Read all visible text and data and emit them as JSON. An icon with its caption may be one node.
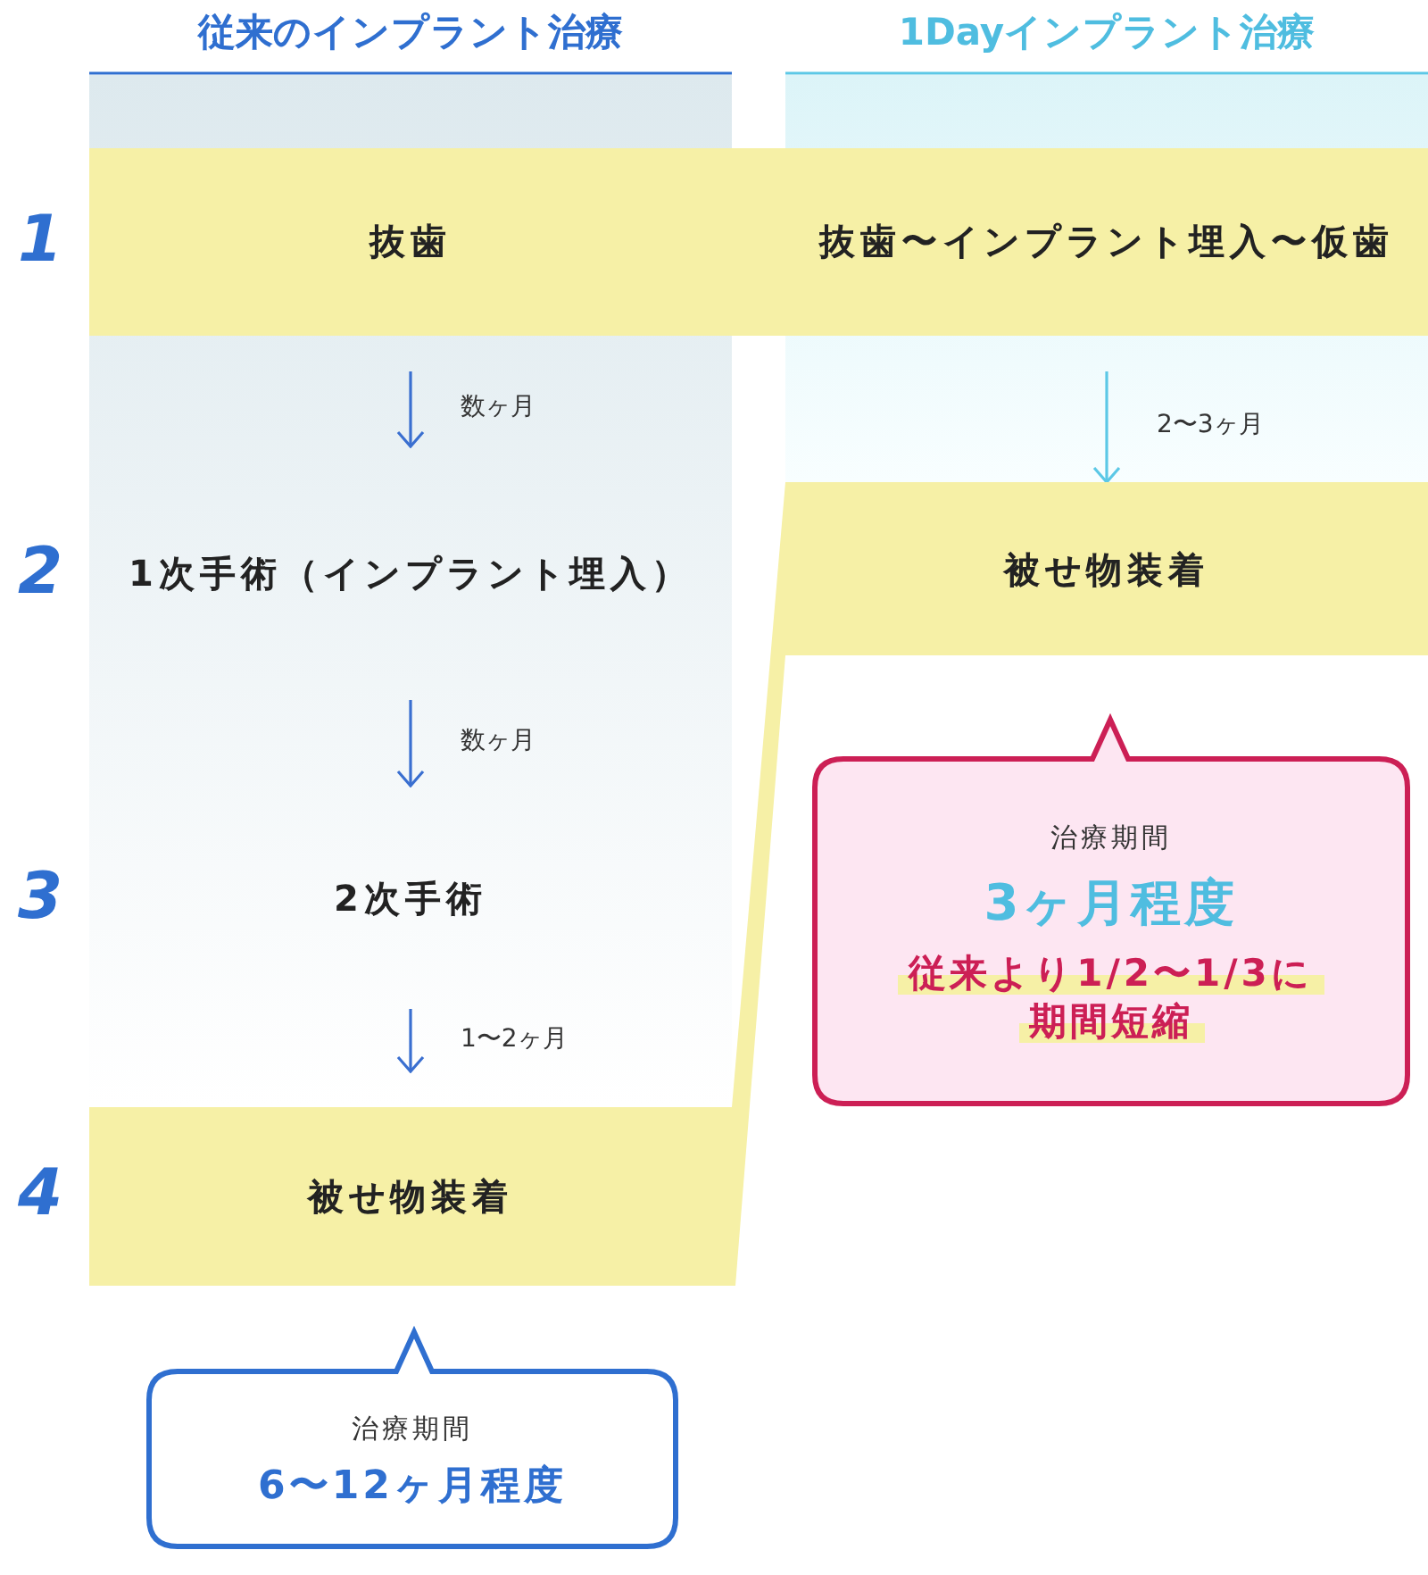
{
  "diagram": {
    "nodes": [
      {
        "text": [
          "抜歯"
        ]
      },
      {
        "text": [
          "1次手術（インプラント埋入）"
        ]
      },
      {
        "text": [
          "2次手術"
        ]
      },
      {
        "text": [
          "被せ物装着"
        ]
      },
      {
        "text": [
          "抜歯〜インプラント埋入〜仮歯"
        ]
      },
      {
        "text": [
          "被せ物装着"
        ]
      },
      {
        "text": [
          "治療期間",
          "6〜12ヶ月程度"
        ]
      },
      {
        "text": [
          "治療期間",
          "3ヶ月程度",
          "従来より1/2〜1/3に期間短縮"
        ]
      }
    ],
    "edges": [
      {
        "from": 0,
        "to": 1,
        "arrow": "to",
        "label": "数ヶ月"
      },
      {
        "from": 1,
        "to": 2,
        "arrow": "to",
        "label": "数ヶ月"
      },
      {
        "from": 2,
        "to": 3,
        "arrow": "to",
        "label": "1〜2ヶ月"
      },
      {
        "from": 4,
        "to": 5,
        "arrow": "to",
        "label": "2〜3ヶ月",
        "color": "#5cc8e6"
      }
    ],
    "labels": [
      "従来のインプラント治療",
      "1Dayインプラント治療",
      "1",
      "2",
      "3",
      "4"
    ]
  }
}
